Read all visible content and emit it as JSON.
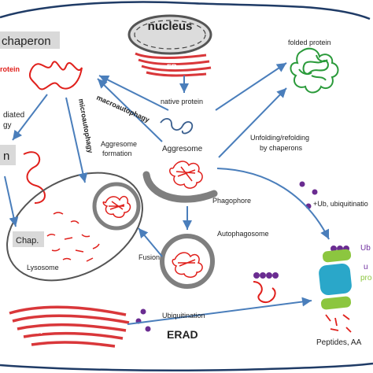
{
  "labels": {
    "nucleus": "nucleus",
    "chaperon": "chaperon",
    "protein": "rotein",
    "er_top": "ER",
    "er_bottom": "ER",
    "native_protein": "native protein",
    "folded_protein": "folded protein",
    "macroautophagy": "macroautophagy",
    "microautophagy": "microautophagy",
    "mediated_1": "diated",
    "mediated_2": "gy",
    "left_letter": "n",
    "aggresome_formation_1": "Aggresome",
    "aggresome_formation_2": "formation",
    "aggresome": "Aggresome",
    "unfolding_1": "Unfolding/refolding",
    "unfolding_2": "by chaperons",
    "phagophore": "Phagophore",
    "ub_ubiquitination": "+Ub, ubiquitinatio",
    "chap": "Chap.",
    "fusion": "Fusion",
    "autophagosome": "Autophagosome",
    "lysosome": "Lysosome",
    "ubiquitination": "Ubiquitination",
    "erad": "ERAD",
    "peptides": "Peptides, AA",
    "ub_right": "Ub",
    "u_right": "u",
    "pro_right": "pro"
  },
  "colors": {
    "arrow": "#4a7ebb",
    "protein_red": "#e0201c",
    "er_red": "#d9373a",
    "green_protein": "#2a9a3a",
    "gray_membrane": "#7f7f7f",
    "ub_purple": "#6a2c91",
    "proteasome_blue": "#2aa7c9",
    "proteasome_green": "#8cc63f",
    "label_box": "#d9d9d9",
    "ub_text_purple": "#7030a0",
    "pro_text_green": "#8cc63f"
  }
}
